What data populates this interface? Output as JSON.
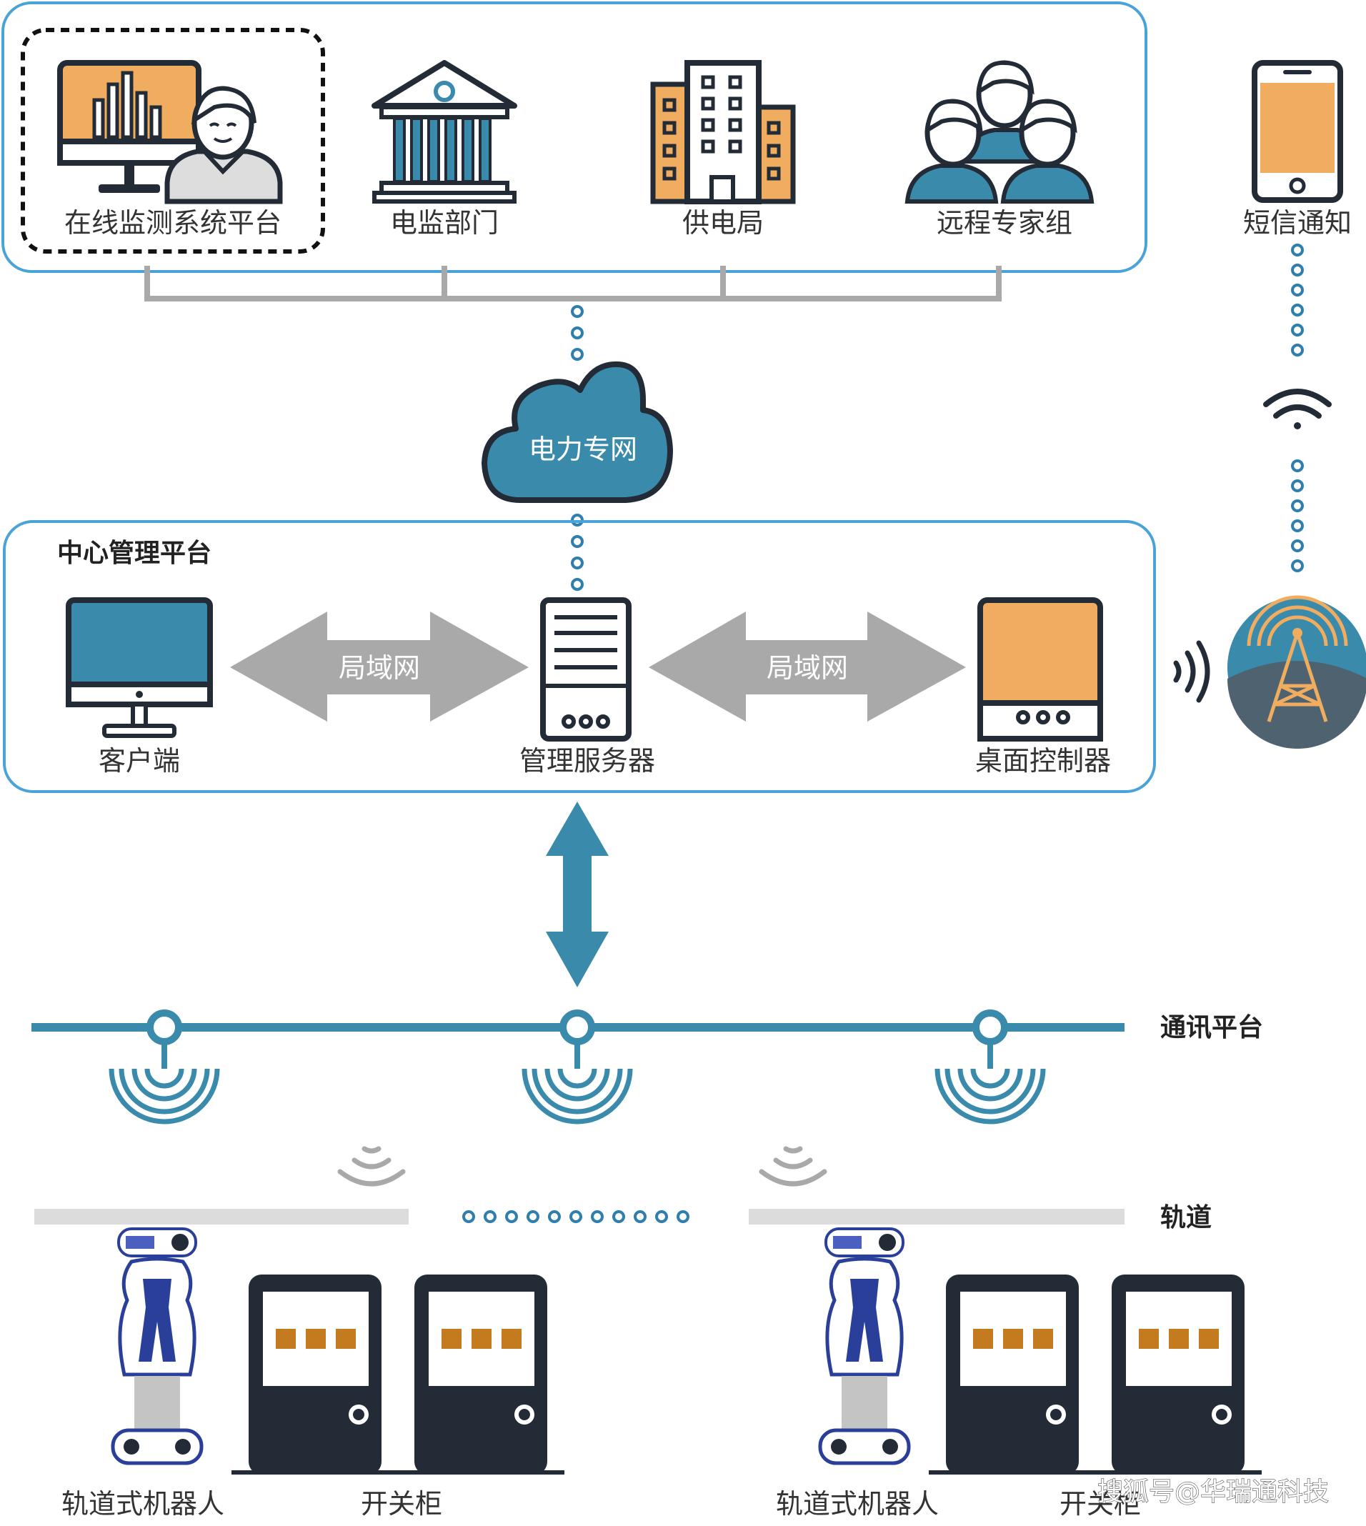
{
  "colors": {
    "accent_blue": "#3a8aab",
    "orange": "#f0ad5f",
    "dark_navy": "#222b36",
    "gray": "#a9a9a9",
    "dot_blue": "#2f7fae",
    "box_border": "#4aa3d8"
  },
  "top_group": {
    "items": [
      {
        "label": "在线监测系统平台",
        "icon": "monitor-person-icon"
      },
      {
        "label": "电监部门",
        "icon": "government-building-icon"
      },
      {
        "label": "供电局",
        "icon": "office-building-icon"
      },
      {
        "label": "远程专家组",
        "icon": "people-group-icon"
      }
    ]
  },
  "sms": {
    "label": "短信通知",
    "icon": "smartphone-icon"
  },
  "cloud": {
    "label": "电力专网",
    "icon": "cloud-icon"
  },
  "center": {
    "title": "中心管理平台",
    "client": "客户端",
    "server": "管理服务器",
    "controller": "桌面控制器",
    "lan_left": "局域网",
    "lan_right": "局域网"
  },
  "tower": {
    "icon": "signal-tower-icon"
  },
  "comm": {
    "label": "通讯平台"
  },
  "track": {
    "label": "轨道"
  },
  "bottom": {
    "robot_left": "轨道式机器人",
    "cabinet_left": "开关柜",
    "robot_right": "轨道式机器人",
    "cabinet_right": "开关柜"
  },
  "watermark": "搜狐号@华瑞通科技"
}
